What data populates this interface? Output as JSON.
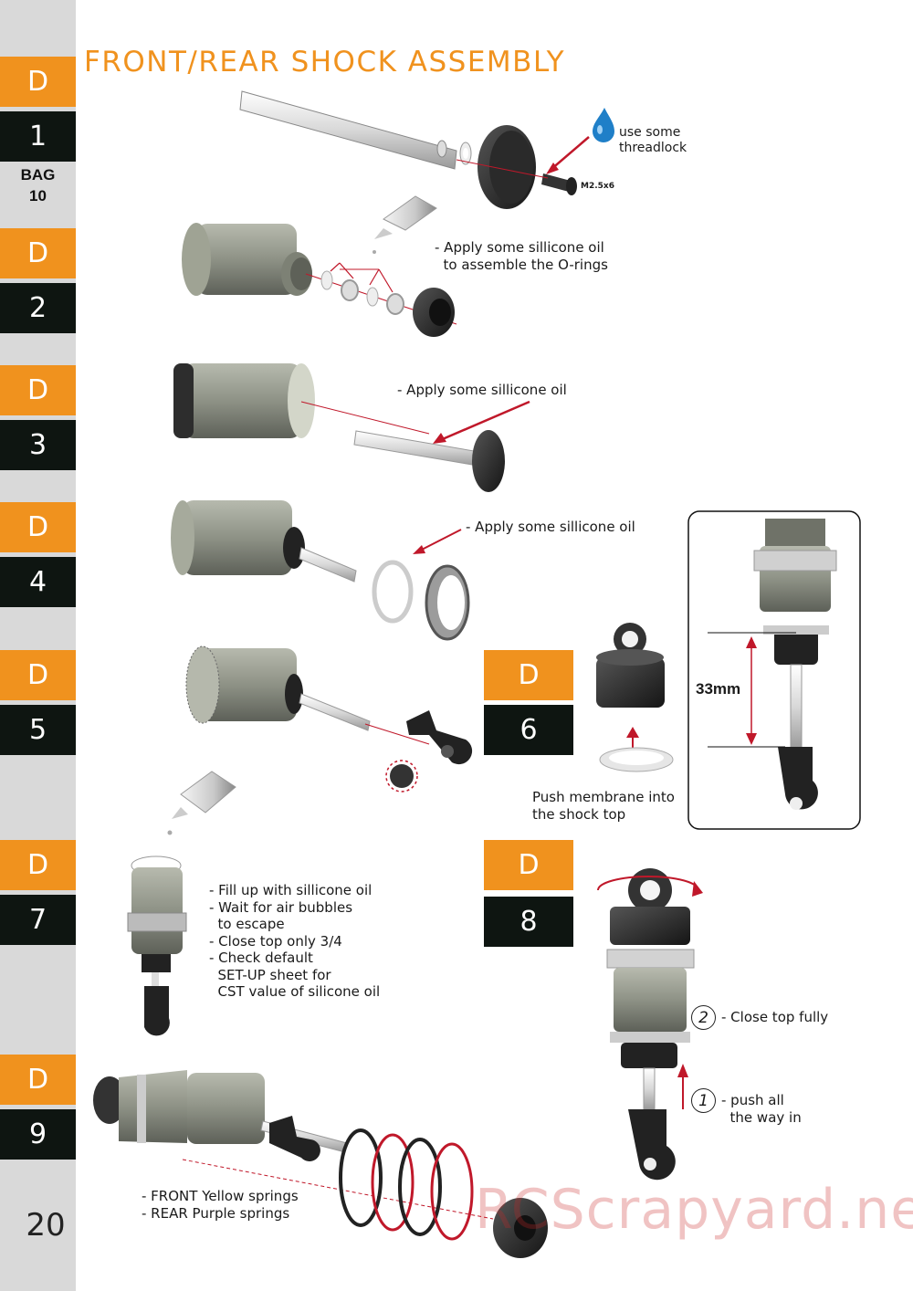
{
  "title": "FRONT/REAR  SHOCK  ASSEMBLY",
  "page_number": "20",
  "bag": {
    "label": "BAG",
    "number": "10"
  },
  "steps": [
    {
      "letter": "D",
      "number": "1"
    },
    {
      "letter": "D",
      "number": "2"
    },
    {
      "letter": "D",
      "number": "3"
    },
    {
      "letter": "D",
      "number": "4"
    },
    {
      "letter": "D",
      "number": "5"
    },
    {
      "letter": "D",
      "number": "6"
    },
    {
      "letter": "D",
      "number": "7"
    },
    {
      "letter": "D",
      "number": "8"
    },
    {
      "letter": "D",
      "number": "9"
    }
  ],
  "notes": {
    "threadlock": "use some\nthreadlock",
    "screw": "M2.5x6",
    "step2": "- Apply some sillicone oil\n  to assemble the O-rings",
    "step3": "- Apply some sillicone oil",
    "step4": "- Apply some sillicone oil",
    "step6": "Push membrane into\nthe shock top",
    "length": "33mm",
    "step7": "- Fill up with sillicone oil\n- Wait for air bubbles\n  to escape\n- Close top only 3/4\n- Check default\n  SET-UP sheet for\n  CST value of silicone oil",
    "step8_close": "- Close top fully",
    "step8_push": "- push all\n  the way in",
    "step9": "- FRONT Yellow springs\n- REAR Purple springs",
    "circle1": "1",
    "circle2": "2"
  },
  "watermark": "RCScrapyard.net",
  "colors": {
    "accent": "#f0921e",
    "dark": "#0e1511",
    "sidebar": "#d9d9d9",
    "part": "#8e9286",
    "arrow": "#c0182a"
  }
}
